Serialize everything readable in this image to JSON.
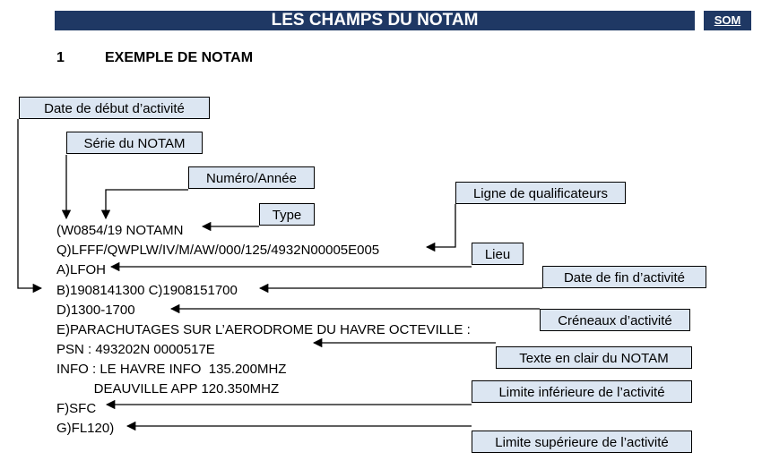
{
  "header": {
    "title": "LES CHAMPS DU NOTAM",
    "som_label": "SOM"
  },
  "section": {
    "number": "1",
    "title": "EXEMPLE DE NOTAM"
  },
  "labels": {
    "start_date": "Date de début d’activité",
    "series": "Série du NOTAM",
    "number_year": "Numéro/Année",
    "type": "Type",
    "qualifier_line": "Ligne de qualificateurs",
    "location": "Lieu",
    "end_date": "Date de fin d’activité",
    "slots": "Créneaux d’activité",
    "plain_text": "Texte en clair du NOTAM",
    "lower_limit": "Limite inférieure de l’activité",
    "upper_limit": "Limite supérieure de l’activité"
  },
  "notam_lines": [
    "(W0854/19 NOTAMN",
    "Q)LFFF/QWPLW/IV/M/AW/000/125/4932N00005E005",
    "A)LFOH",
    "B)1908141300 C)1908151700",
    "D)1300-1700",
    "E)PARACHUTAGES SUR L’AERODROME DU HAVRE OCTEVILLE :",
    "PSN : 493202N 0000517E",
    "INFO : LE HAVRE INFO  135.200MHZ",
    "          DEAUVILLE APP 120.350MHZ",
    "F)SFC",
    "G)FL120)"
  ]
}
